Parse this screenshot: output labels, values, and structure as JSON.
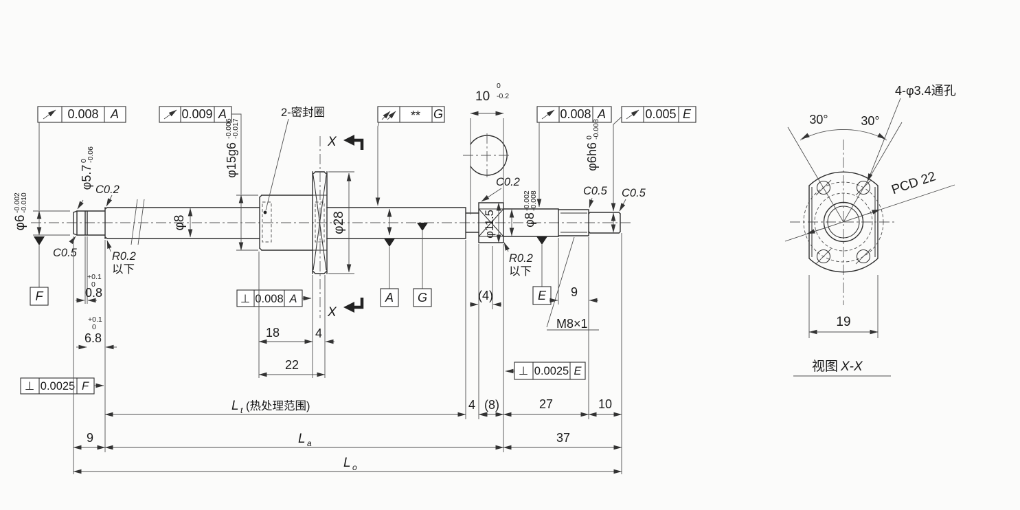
{
  "colors": {
    "line": "#2f2f2f",
    "background": "#fbfbfa",
    "text": "#1b1b1b"
  },
  "frames": {
    "perp": "⊥",
    "f1v": "0.008",
    "f1d": "A",
    "f2v": "0.009",
    "f2d": "A",
    "f3v": "**",
    "f3d": "G",
    "f4v": "0.008",
    "f4d": "A",
    "f5v": "0.005",
    "f5d": "E",
    "f6v": "0.0025",
    "f6d": "F",
    "f7v": "0.008",
    "f7d": "A",
    "f8v": "0.0025",
    "f8d": "E"
  },
  "datums": {
    "F": "F",
    "A": "A",
    "G": "G",
    "E": "E"
  },
  "labels": {
    "seal": "2-密封圈",
    "sectionX": "X",
    "c02": "C0.2",
    "c05": "C0.5",
    "r02": "R0.2",
    "below": "以下",
    "m8": "M8×1",
    "holes": "4-φ3.4通孔",
    "pcd": "PCD 22",
    "deg30": "30°",
    "viewTitleCn": "视图",
    "viewTitleXX": "X-X"
  },
  "dias": {
    "d57": "φ5.7",
    "d57u": "0",
    "d57l": "-0.06",
    "d6": "φ6",
    "d6u": "-0.002",
    "d6l": "-0.010",
    "d8": "φ8",
    "d15": "φ15g6",
    "d15u": "-0.006",
    "d15l": "-0.017",
    "d28": "φ28",
    "d115": "φ11.5",
    "d8j": "φ8",
    "d8ju": "-0.002",
    "d8jl": "-0.008",
    "d6h6": "φ6h6",
    "d6h6u": "0",
    "d6h6l": "-0.008"
  },
  "dims": {
    "g10": "10",
    "g10u": "0",
    "g10l": "-0.2",
    "w08": "0.8",
    "w08u": "+0.1",
    "w08l": "0",
    "w68": "6.8",
    "w68u": "+0.1",
    "w68l": "0",
    "n18": "18",
    "n4": "4",
    "n22": "22",
    "p4": "(4)",
    "b4": "4",
    "b8": "(8)",
    "b27": "27",
    "b10": "10",
    "b37": "37",
    "b9": "9",
    "t9": "9",
    "lt": "L",
    "ltSub": "t",
    "ltNote": "(热处理范围)",
    "la": "L",
    "laSub": "a",
    "lo": "L",
    "loSub": "o",
    "v19": "19"
  }
}
